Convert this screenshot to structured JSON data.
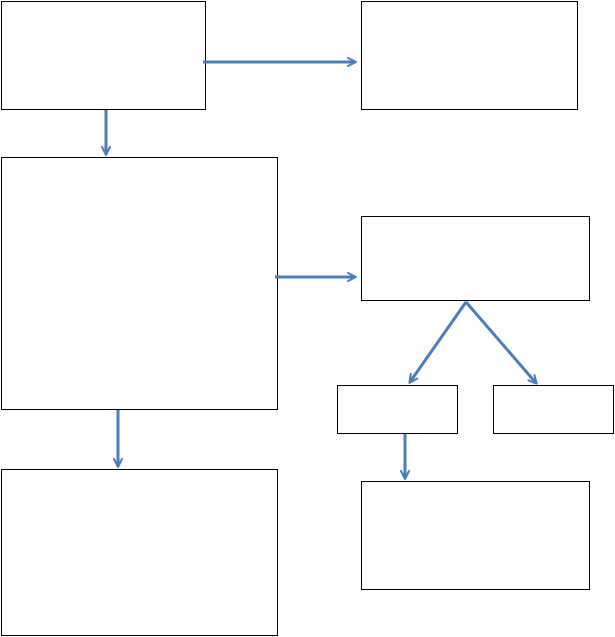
{
  "diagram": {
    "connector_color": "#4a7ebb",
    "box_border_color": "#000000",
    "background_color": "#ffffff",
    "boxes": [
      {
        "id": "top-left",
        "text": ""
      },
      {
        "id": "top-right",
        "text": ""
      },
      {
        "id": "middle-left",
        "text": ""
      },
      {
        "id": "middle-right",
        "text": ""
      },
      {
        "id": "small-left",
        "text": ""
      },
      {
        "id": "small-right",
        "text": ""
      },
      {
        "id": "bottom-left",
        "text": ""
      },
      {
        "id": "bottom-right",
        "text": ""
      }
    ],
    "connections": [
      {
        "from": "top-left",
        "to": "top-right"
      },
      {
        "from": "top-left",
        "to": "middle-left"
      },
      {
        "from": "middle-left",
        "to": "middle-right"
      },
      {
        "from": "middle-left",
        "to": "bottom-left"
      },
      {
        "from": "middle-right",
        "to": "small-left"
      },
      {
        "from": "middle-right",
        "to": "small-right"
      },
      {
        "from": "small-left",
        "to": "bottom-right"
      }
    ]
  }
}
